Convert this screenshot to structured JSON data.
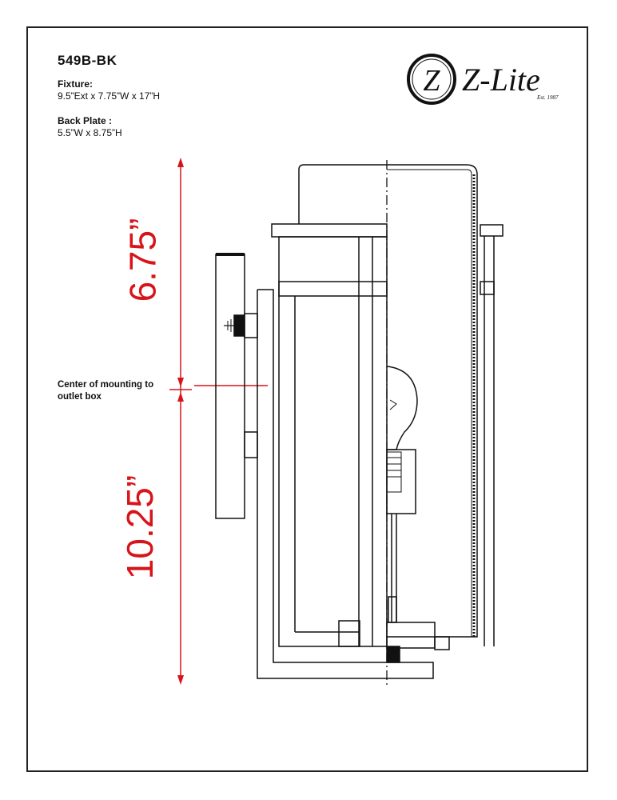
{
  "model": "549B-BK",
  "fixture": {
    "label": "Fixture:",
    "value": "9.5”Ext x 7.75”W x 17”H"
  },
  "back_plate": {
    "label": "Back Plate :",
    "value": "5.5”W x 8.75”H"
  },
  "logo": {
    "brand": "Z-Lite",
    "monogram": "Z",
    "est": "Est. 1987"
  },
  "center_note": "Center of mounting to outlet box",
  "dimensions": {
    "upper": "6.75”",
    "lower": "10.25”"
  },
  "colors": {
    "dimension": "#d8141b",
    "line": "#111111"
  }
}
